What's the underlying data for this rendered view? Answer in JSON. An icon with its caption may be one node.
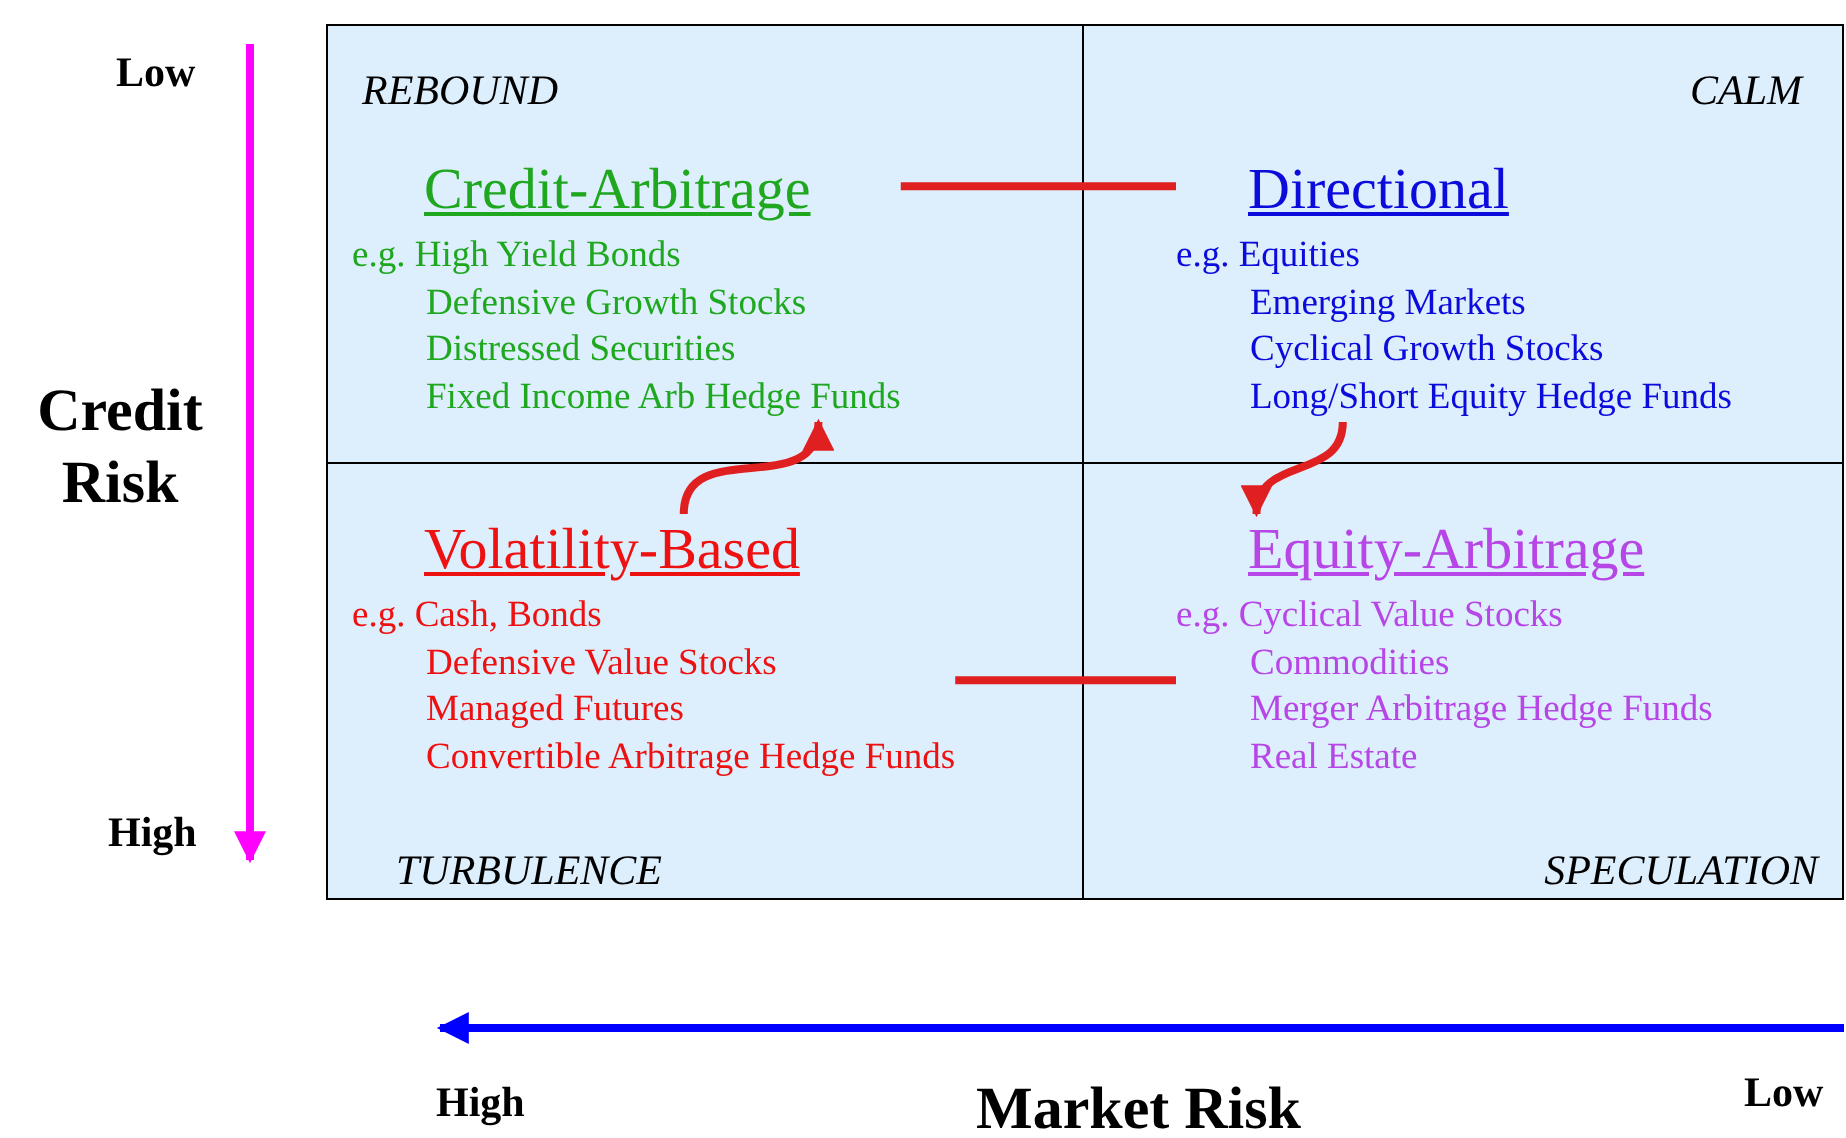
{
  "diagram": {
    "nodes": [
      {
        "text": [
          "REBOUND"
        ]
      },
      {
        "text": [
          "Credit-Arbitrage",
          "e.g. High Yield Bonds",
          "Defensive Growth Stocks",
          "Distressed Securities",
          "Fixed Income Arb Hedge Funds"
        ],
        "in": 0
      },
      {
        "text": [
          "CALM"
        ]
      },
      {
        "text": [
          "Directional",
          "e.g. Equities",
          "Emerging Markets",
          "Cyclical Growth Stocks",
          "Long/Short Equity Hedge Funds"
        ],
        "in": 2
      },
      {
        "text": [
          "TURBULENCE"
        ]
      },
      {
        "text": [
          "Volatility-Based",
          "e.g. Cash, Bonds",
          "Defensive Value Stocks",
          "Managed Futures",
          "Convertible Arbitrage Hedge Funds"
        ],
        "in": 4
      },
      {
        "text": [
          "SPECULATION"
        ]
      },
      {
        "text": [
          "Equity-Arbitrage",
          "e.g. Cyclical Value Stocks",
          "Commodities",
          "Merger Arbitrage Hedge Funds",
          "Real Estate"
        ],
        "in": 6
      }
    ],
    "edges": [
      {
        "from": 5,
        "to": 1,
        "arrow": "to"
      },
      {
        "from": 1,
        "to": 3,
        "arrow": "none"
      },
      {
        "from": 3,
        "to": 7,
        "arrow": "to"
      },
      {
        "from": 7,
        "to": 5,
        "arrow": "none"
      }
    ],
    "labels": [
      "Low",
      "Credit Risk",
      "High",
      "High",
      "Market Risk",
      "Low"
    ]
  }
}
